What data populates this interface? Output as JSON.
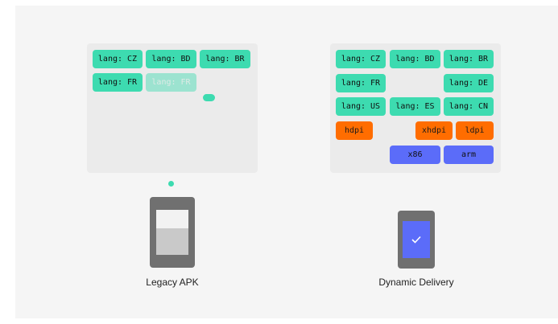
{
  "legacy": {
    "chips": [
      "lang: CZ",
      "lang: BD",
      "lang: BR",
      "lang: FR",
      "lang: FR"
    ],
    "caption": "Legacy APK"
  },
  "dynamic": {
    "chips": [
      "lang: CZ",
      "lang: BD",
      "lang: BR",
      "lang: FR",
      "lang: DE",
      "lang: US",
      "lang: ES",
      "lang: CN",
      "hdpi",
      "xhdpi",
      "ldpi",
      "x86",
      "arm"
    ],
    "caption": "Dynamic Delivery",
    "screen_icon": "checkmark-icon"
  },
  "colors": {
    "language_chip": "#3ddbb0",
    "density_chip": "#ff6d00",
    "abi_chip": "#5b6cf9",
    "phone_body": "#707070",
    "phone_screen_check": "#5b6cf9"
  }
}
